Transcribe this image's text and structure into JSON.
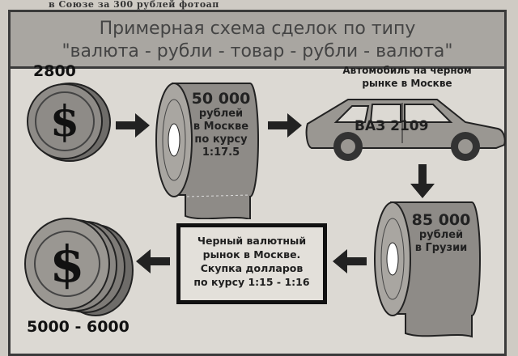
{
  "header_fragment": "в Союзе за 300 рублей фотоап",
  "title": {
    "line1": "Примерная схема сделок по типу",
    "line2": "\"валюта - рубли - товар - рубли - валюта\""
  },
  "start_amount": "2800",
  "roll1": {
    "amount": "50 000",
    "l1": "рублей",
    "l2": "в Москве",
    "l3": "по курсу",
    "l4": "1:17.5"
  },
  "car": {
    "caption1": "Автомобиль на черном",
    "caption2": "рынке в Москве",
    "model": "ВАЗ 2109"
  },
  "roll2": {
    "amount": "85 000",
    "l1": "рублей",
    "l2": "в Грузии"
  },
  "market_box": {
    "l1": "Черный валютный",
    "l2": "рынок в Москве.",
    "l3": "Скупка долларов",
    "l4": "по курсу 1:15 - 1:16"
  },
  "end_amount": "5000 - 6000",
  "icons": [
    "dollar-coin",
    "arrow-right",
    "ruble-roll",
    "car",
    "arrow-down",
    "arrow-left",
    "dollar-coin-stack"
  ]
}
